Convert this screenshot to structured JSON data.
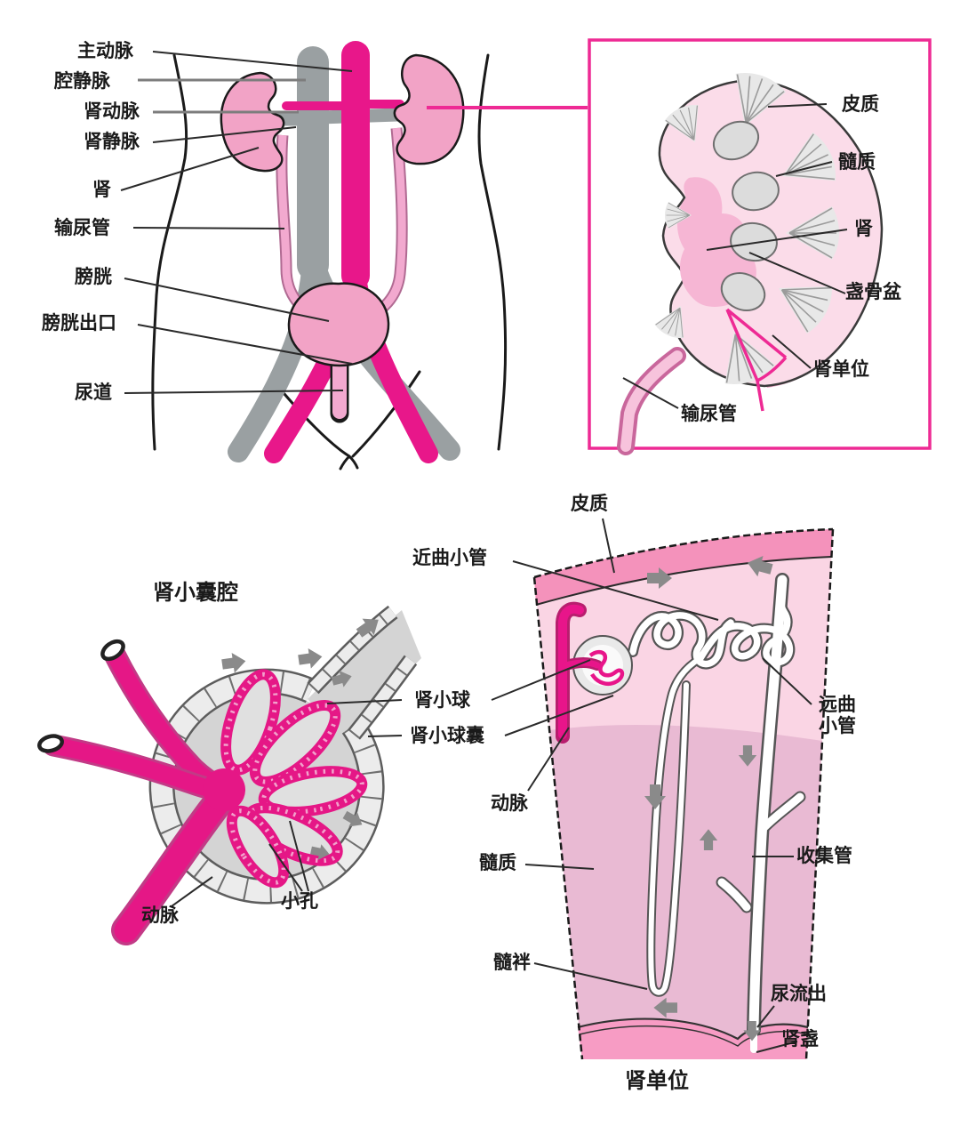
{
  "panels": {
    "urinary_system": {
      "labels": {
        "aorta": "主动脉",
        "vena_cava": "腔静脉",
        "renal_artery": "肾动脉",
        "renal_vein": "肾静脉",
        "kidney": "肾",
        "ureter": "输尿管",
        "bladder": "膀胱",
        "bladder_outlet": "膀胱出口",
        "urethra": "尿道"
      }
    },
    "kidney_section": {
      "labels": {
        "cortex": "皮质",
        "medulla": "髓质",
        "kidney": "肾",
        "calyx_pelvis": "盏骨盆",
        "nephron_unit": "肾单位",
        "ureter": "输尿管"
      }
    },
    "glomerulus": {
      "title": "肾小囊腔",
      "labels": {
        "artery": "动脉",
        "pores": "小孔"
      }
    },
    "shared_labels": {
      "glomerulus": "肾小球",
      "glomerular_capsule": "肾小球囊"
    },
    "nephron": {
      "caption": "肾单位",
      "labels": {
        "cortex": "皮质",
        "proximal_tubule": "近曲小管",
        "artery": "动脉",
        "medulla": "髓质",
        "medullary_loop": "髓袢",
        "distal_tubule": "远曲小管",
        "collecting_duct": "收集管",
        "urine_outflow": "尿流出",
        "renal_calyx": "肾盏"
      }
    }
  },
  "colors": {
    "magenta": "#e8178a",
    "frame_magenta": "#ee2a94",
    "kidney_pink": "#f2a3c6",
    "pale_pink": "#fbdce9",
    "light_pink": "#fad5e4",
    "cortex_band": "#f492bb",
    "medulla_mauve": "#e9bad3",
    "calyx_pink": "#f79cc4",
    "vessel_gray": "#9aa0a2",
    "capsule_gray": "#d4d4d4",
    "ink": "#1a1a1a"
  }
}
